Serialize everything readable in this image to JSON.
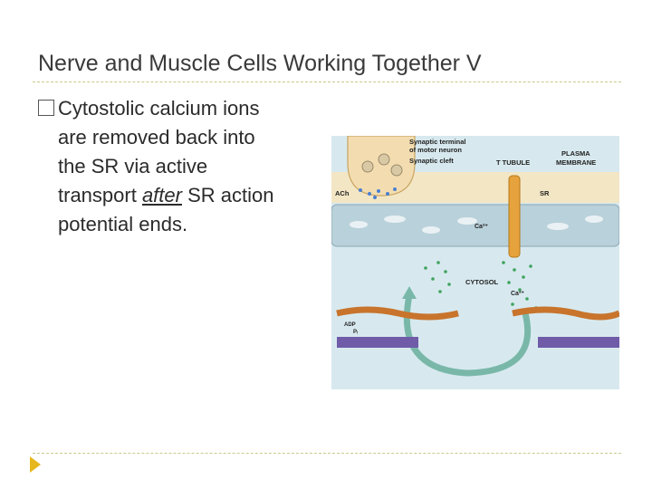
{
  "slide": {
    "title": "Nerve and Muscle Cells Working Together V",
    "bullet": {
      "line1": "Cytostolic calcium ions",
      "line2": "are removed back into",
      "line3": "the SR via active",
      "line4_pre": "transport ",
      "line4_em": "after",
      "line4_post": " SR action",
      "line5": "potential ends."
    }
  },
  "figure": {
    "labels": {
      "synaptic_terminal_1": "Synaptic terminal",
      "synaptic_terminal_2": "of motor neuron",
      "synaptic_cleft": "Synaptic cleft",
      "t_tubule": "T TUBULE",
      "plasma_1": "PLASMA",
      "plasma_2": "MEMBRANE",
      "ach": "ACh",
      "sr": "SR",
      "ca_1": "Ca²⁺",
      "cytosol": "CYTOSOL",
      "ca_2": "Ca²⁺",
      "adp": "ADP",
      "pi": "Pᵢ"
    },
    "colors": {
      "background": "#d7e9ef",
      "membrane": "#f3e6c4",
      "terminal": "#f3ddb0",
      "sr": "#b9d1da",
      "ttubule": "#e6a23c",
      "calcium": "#3fa35d",
      "arrow": "#79b8a9",
      "actin": "#c8742c",
      "myosin": "#6f5ba8"
    }
  },
  "icons": {
    "nav": "next-slide-arrow-icon"
  }
}
